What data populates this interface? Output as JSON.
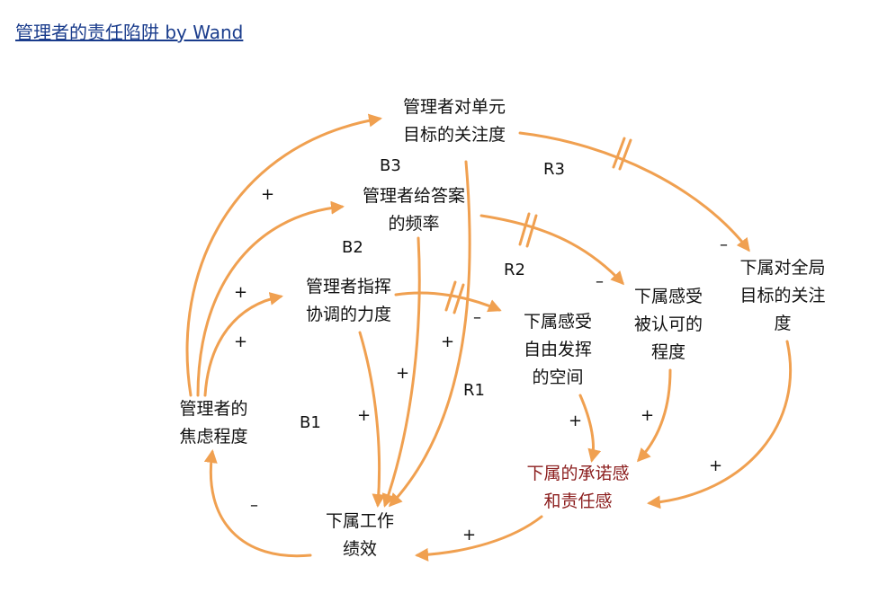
{
  "title": "管理者的责任陷阱 by Wand",
  "nodes": {
    "unit_focus": [
      "管理者对单元",
      "目标的关注度"
    ],
    "answer_freq": [
      "管理者给答案",
      "的频率"
    ],
    "coordination": [
      "管理者指挥",
      "协调的力度"
    ],
    "anxiety": [
      "管理者的",
      "焦虑程度"
    ],
    "performance": [
      "下属工作",
      "绩效"
    ],
    "freedom": [
      "下属感受",
      "自由发挥",
      "的空间"
    ],
    "recognition": [
      "下属感受",
      "被认可的",
      "程度"
    ],
    "global_focus": [
      "下属对全局",
      "目标的关注",
      "度"
    ],
    "commitment": [
      "下属的承诺感",
      "和责任感"
    ]
  },
  "loops": {
    "b1": "B1",
    "b2": "B2",
    "b3": "B3",
    "r1": "R1",
    "r2": "R2",
    "r3": "R3"
  },
  "polarity": {
    "anx_to_unit": "+",
    "anx_to_answer": "+",
    "anx_to_coord": "+",
    "coord_to_perf": "+",
    "answer_to_perf": "+",
    "unit_to_perf": "+",
    "coord_to_freedom": "–",
    "answer_to_recog": "–",
    "unit_to_global": "–",
    "freedom_to_commit": "+",
    "recog_to_commit": "+",
    "global_to_commit": "+",
    "commit_to_perf": "+",
    "perf_to_anx": "–"
  },
  "colors": {
    "arrow": "#f0a050",
    "title_link": "#1a3c8c",
    "commitment_text": "#8b1d1d"
  }
}
